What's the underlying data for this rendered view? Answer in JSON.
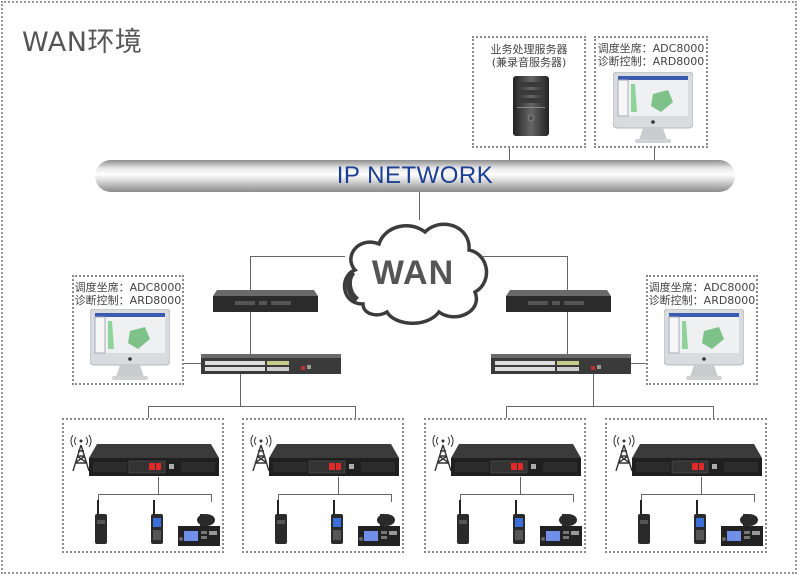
{
  "title": "WAN环境",
  "ip_network": {
    "label": "IP NETWORK"
  },
  "wan_cloud": {
    "label": "WAN"
  },
  "server": {
    "line1": "业务处理服务器",
    "line2": "(兼录音服务器)"
  },
  "dispatch_console": {
    "line1": "调度坐席：ADC8000",
    "line2": "诊断控制：ARD8000"
  },
  "sites": [
    {
      "name": "left-site",
      "console_line1": "调度坐席：ADC8000",
      "console_line2": "诊断控制：ARD8000"
    },
    {
      "name": "right-site",
      "console_line1": "调度坐席：ADC8000",
      "console_line2": "诊断控制：ARD8000"
    }
  ],
  "repeater_groups": [
    {
      "devices": [
        "portable-radio",
        "handheld-radio",
        "mobile-radio"
      ]
    },
    {
      "devices": [
        "portable-radio",
        "handheld-radio",
        "mobile-radio"
      ]
    },
    {
      "devices": [
        "portable-radio",
        "handheld-radio",
        "mobile-radio"
      ]
    },
    {
      "devices": [
        "portable-radio",
        "handheld-radio",
        "mobile-radio"
      ]
    }
  ],
  "colors": {
    "pipe_text": "#1a3f94",
    "line": "#666666",
    "border": "#8a8a8a",
    "title": "#555555"
  }
}
